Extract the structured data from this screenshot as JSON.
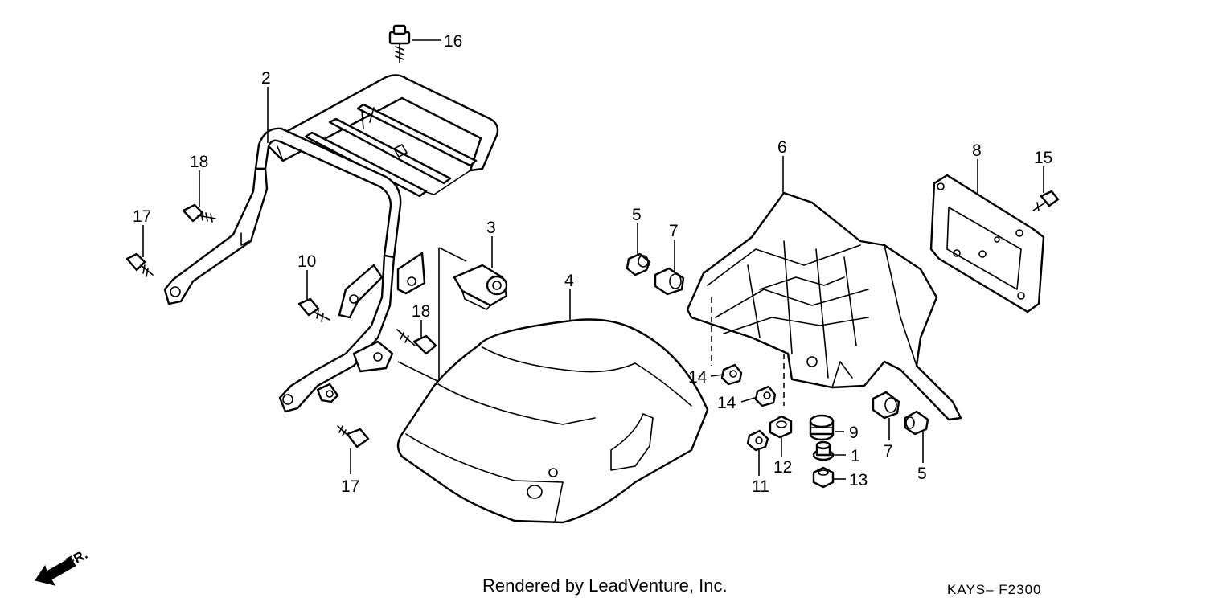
{
  "footer": {
    "credit": "Rendered by LeadVenture, Inc.",
    "code": "KAYS– F2300"
  },
  "direction_marker": {
    "label": "FR.",
    "icon": "front-arrow-icon"
  },
  "callouts": [
    {
      "id": "label-16a",
      "text": "16"
    },
    {
      "id": "label-2",
      "text": "2"
    },
    {
      "id": "label-18a",
      "text": "18"
    },
    {
      "id": "label-17a",
      "text": "17"
    },
    {
      "id": "label-10",
      "text": "10"
    },
    {
      "id": "label-3",
      "text": "3"
    },
    {
      "id": "label-18b",
      "text": "18"
    },
    {
      "id": "label-17b",
      "text": "17"
    },
    {
      "id": "label-4",
      "text": "4"
    },
    {
      "id": "label-5a",
      "text": "5"
    },
    {
      "id": "label-7a",
      "text": "7"
    },
    {
      "id": "label-6",
      "text": "6"
    },
    {
      "id": "label-8",
      "text": "8"
    },
    {
      "id": "label-15",
      "text": "15"
    },
    {
      "id": "label-14a",
      "text": "14"
    },
    {
      "id": "label-14b",
      "text": "14"
    },
    {
      "id": "label-11",
      "text": "11"
    },
    {
      "id": "label-12",
      "text": "12"
    },
    {
      "id": "label-9",
      "text": "9"
    },
    {
      "id": "label-1",
      "text": "1"
    },
    {
      "id": "label-13",
      "text": "13"
    },
    {
      "id": "label-7b",
      "text": "7"
    },
    {
      "id": "label-5b",
      "text": "5"
    }
  ]
}
